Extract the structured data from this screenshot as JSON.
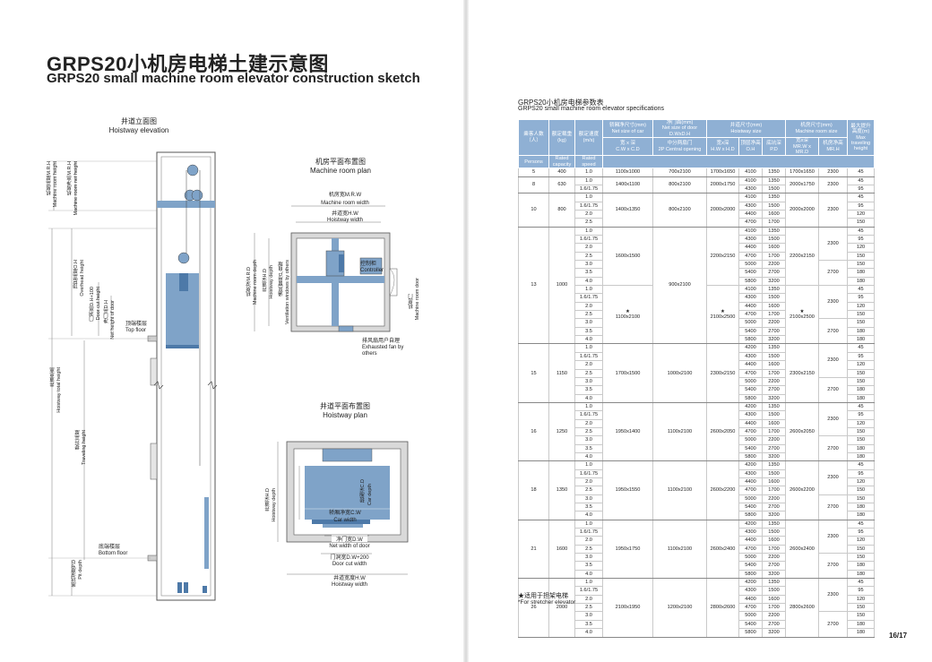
{
  "title": {
    "zh": "GRPS20小机房电梯土建示意图",
    "en": "GRPS20 small machine room elevator construction sketch"
  },
  "elevation": {
    "title_zh": "井道立面图",
    "title_en": "Hoistway elevation",
    "labels": {
      "mr_height_zh": "机房高度M.R.H",
      "mr_height_en": "Machine room height",
      "mr_net_height_zh": "机房净高M.R.H",
      "mr_net_height_en": "Machine room net height",
      "overhead_zh": "顶层高度O.H",
      "overhead_en": "Overhead height",
      "door_cut_zh": "门洞高D.H+100",
      "door_cut_en": "Door cut height",
      "net_door_zh": "净门高D.H",
      "net_door_en": "Net height of door",
      "top_floor_zh": "顶端楼层",
      "top_floor_en": "Top floor",
      "hoistway_total_zh": "井道总高",
      "hoistway_total_en": "Hoistway total height",
      "traveling_zh": "提升高度",
      "traveling_en": "Traveling height",
      "bottom_floor_zh": "底端楼层",
      "bottom_floor_en": "Bottom floor",
      "pit_depth_zh": "底坑深度P.D",
      "pit_depth_en": "Pit depth"
    }
  },
  "machine_room": {
    "title_zh": "机房平面布置图",
    "title_en": "Machine room plan",
    "mr_width_zh": "机房宽M.R.W",
    "mr_width_en": "Machine room width",
    "hw_width_zh": "井道宽H.W",
    "hw_width_en": "Hoistway width",
    "mr_depth_zh": "机房深M.R.D",
    "mr_depth_en": "Machine room depth",
    "hw_depth_zh": "井道深H.D",
    "hw_depth_en": "Hoistway depth",
    "vent_zh": "通风窗用户自理",
    "vent_en": "Ventilation windows by others",
    "controller_zh": "控制柜",
    "controller_en": "Controller",
    "door_zh": "机房门",
    "door_en": "Machine room door",
    "fan_zh": "排风扇用户自理",
    "fan_en": "Exhausted fan by others"
  },
  "hoistway_plan": {
    "title_zh": "井道平面布置图",
    "title_en": "Hoistway plan",
    "hd_zh": "井道深H.D",
    "hd_en": "Hoistway depth",
    "cd_zh": "轿厢深C.D",
    "cd_en": "Car depth",
    "cw_zh": "轿厢净宽C.W",
    "cw_en": "Car width",
    "dw_zh": "净门宽D.W",
    "dw_en": "Net width of door",
    "dcw_zh": "门洞宽D.W+200",
    "dcw_en": "Door cut width",
    "hw_zh": "井道宽度H.W",
    "hw_en": "Hoistway width"
  },
  "table": {
    "title_zh": "GRPS20小机房电梯参数表",
    "title_en": "GRPS20 small machine room elevator specifications",
    "headers": {
      "persons_zh": "乘客人数（人）",
      "persons_en": "Persons",
      "capacity_zh": "额定载重(kg)",
      "capacity_en": "Rated capacity",
      "speed_zh": "额定速度(m/s)",
      "speed_en": "Rated speed",
      "car_zh": "轿厢净尺寸(mm)",
      "car_en": "Net size of car",
      "car_sub_zh": "宽 x 深",
      "car_sub_en": "C.W x C.D",
      "door_zh": "净门面(mm)",
      "door_en": "Net size of door D.WxD.H",
      "door_sub_zh": "中分两扇门",
      "door_sub_en": "2P Central opening",
      "hoist_zh": "井道尺寸(mm)",
      "hoist_en": "Hoistway size",
      "hoist_wd_zh": "宽x深",
      "hoist_wd_en": "H.W x H.D",
      "hoist_oh_zh": "顶层净高",
      "hoist_oh_en": "O.H",
      "hoist_pd_zh": "底坑深",
      "hoist_pd_en": "P.D",
      "mr_zh": "机房尺寸(mm)",
      "mr_en": "Machine room size",
      "mr_wd_zh": "宽x深",
      "mr_wd_en": "MR.W x MR.D",
      "mr_h_zh": "机房净高",
      "mr_h_en": "MR.H",
      "travel_zh": "最大提升高度(m)",
      "travel_en": "Max traveling height"
    },
    "groups": [
      {
        "persons": "5",
        "capacity": "400",
        "car": "1100x1000",
        "door": "700x2100",
        "hwhd": "1700x1650",
        "mr": "1700x1650",
        "rows": [
          {
            "speed": "1.0",
            "oh": "4100",
            "pd": "1350",
            "mrh": "2300",
            "travel": "45"
          }
        ]
      },
      {
        "persons": "8",
        "capacity": "630",
        "car": "1400x1100",
        "door": "800x2100",
        "hwhd": "2000x1750",
        "mr": "2000x1750",
        "rows": [
          {
            "speed": "1.0",
            "oh": "4100",
            "pd": "1350",
            "mrh": "2300",
            "travel": "45"
          },
          {
            "speed": "1.6/1.75",
            "oh": "4300",
            "pd": "1500",
            "mrh": "",
            "travel": "95"
          }
        ]
      },
      {
        "persons": "10",
        "capacity": "800",
        "car": "1400x1350",
        "door": "800x2100",
        "hwhd": "2000x2000",
        "mr": "2000x2000",
        "rows": [
          {
            "speed": "1.0",
            "oh": "4100",
            "pd": "1350",
            "mrh": "2300",
            "travel": "45"
          },
          {
            "speed": "1.6/1.75",
            "oh": "4300",
            "pd": "1500",
            "mrh": "",
            "travel": "95"
          },
          {
            "speed": "2.0",
            "oh": "4400",
            "pd": "1600",
            "mrh": "",
            "travel": "120"
          },
          {
            "speed": "2.5",
            "oh": "4700",
            "pd": "1700",
            "mrh": "",
            "travel": "150"
          }
        ]
      },
      {
        "persons": "13",
        "capacity": "1000",
        "car": "1600x1500",
        "car2": "1100x2100",
        "door": "900x2100",
        "hwhd": "2200x2150",
        "hwhd2": "2100x2500",
        "mr": "2200x2150",
        "mr2": "2100x2500",
        "rows": [
          {
            "speed": "1.0",
            "oh": "4100",
            "pd": "1350",
            "mrh": "2300",
            "travel": "45"
          },
          {
            "speed": "1.6/1.75",
            "oh": "4300",
            "pd": "1500",
            "mrh": "",
            "travel": "95"
          },
          {
            "speed": "2.0",
            "oh": "4400",
            "pd": "1600",
            "mrh": "",
            "travel": "120"
          },
          {
            "speed": "2.5",
            "oh": "4700",
            "pd": "1700",
            "mrh": "",
            "travel": "150"
          },
          {
            "speed": "3.0",
            "oh": "5000",
            "pd": "2200",
            "mrh": "2700",
            "travel": "150"
          },
          {
            "speed": "3.5",
            "oh": "5400",
            "pd": "2700",
            "mrh": "",
            "travel": "180"
          },
          {
            "speed": "4.0",
            "oh": "5800",
            "pd": "3200",
            "mrh": "",
            "travel": "180"
          },
          {
            "speed": "1.0",
            "oh": "4100",
            "pd": "1350",
            "mrh": "2300",
            "travel": "45"
          },
          {
            "speed": "1.6/1.75",
            "oh": "4300",
            "pd": "1500",
            "mrh": "",
            "travel": "95"
          },
          {
            "speed": "2.0",
            "oh": "4400",
            "pd": "1600",
            "mrh": "",
            "travel": "120"
          },
          {
            "speed": "2.5",
            "oh": "4700",
            "pd": "1700",
            "mrh": "",
            "travel": "150"
          },
          {
            "speed": "3.0",
            "oh": "5000",
            "pd": "2200",
            "mrh": "2700",
            "travel": "150"
          },
          {
            "speed": "3.5",
            "oh": "5400",
            "pd": "2700",
            "mrh": "",
            "travel": "180"
          },
          {
            "speed": "4.0",
            "oh": "5800",
            "pd": "3200",
            "mrh": "",
            "travel": "180"
          }
        ]
      },
      {
        "persons": "15",
        "capacity": "1150",
        "car": "1700x1500",
        "door": "1000x2100",
        "hwhd": "2300x2150",
        "mr": "2300x2150",
        "rows": [
          {
            "speed": "1.0",
            "oh": "4200",
            "pd": "1350",
            "mrh": "2300",
            "travel": "45"
          },
          {
            "speed": "1.6/1.75",
            "oh": "4300",
            "pd": "1500",
            "mrh": "",
            "travel": "95"
          },
          {
            "speed": "2.0",
            "oh": "4400",
            "pd": "1600",
            "mrh": "",
            "travel": "120"
          },
          {
            "speed": "2.5",
            "oh": "4700",
            "pd": "1700",
            "mrh": "",
            "travel": "150"
          },
          {
            "speed": "3.0",
            "oh": "5000",
            "pd": "2200",
            "mrh": "2700",
            "travel": "150"
          },
          {
            "speed": "3.5",
            "oh": "5400",
            "pd": "2700",
            "mrh": "",
            "travel": "180"
          },
          {
            "speed": "4.0",
            "oh": "5800",
            "pd": "3200",
            "mrh": "",
            "travel": "180"
          }
        ]
      },
      {
        "persons": "16",
        "capacity": "1250",
        "car": "1950x1400",
        "door": "1100x2100",
        "hwhd": "2600x2050",
        "mr": "2600x2050",
        "rows": [
          {
            "speed": "1.0",
            "oh": "4200",
            "pd": "1350",
            "mrh": "2300",
            "travel": "45"
          },
          {
            "speed": "1.6/1.75",
            "oh": "4300",
            "pd": "1500",
            "mrh": "",
            "travel": "95"
          },
          {
            "speed": "2.0",
            "oh": "4400",
            "pd": "1600",
            "mrh": "",
            "travel": "120"
          },
          {
            "speed": "2.5",
            "oh": "4700",
            "pd": "1700",
            "mrh": "",
            "travel": "150"
          },
          {
            "speed": "3.0",
            "oh": "5000",
            "pd": "2200",
            "mrh": "2700",
            "travel": "150"
          },
          {
            "speed": "3.5",
            "oh": "5400",
            "pd": "2700",
            "mrh": "",
            "travel": "180"
          },
          {
            "speed": "4.0",
            "oh": "5800",
            "pd": "3200",
            "mrh": "",
            "travel": "180"
          }
        ]
      },
      {
        "persons": "18",
        "capacity": "1350",
        "car": "1950x1550",
        "door": "1100x2100",
        "hwhd": "2600x2200",
        "mr": "2600x2200",
        "rows": [
          {
            "speed": "1.0",
            "oh": "4200",
            "pd": "1350",
            "mrh": "2300",
            "travel": "45"
          },
          {
            "speed": "1.6/1.75",
            "oh": "4300",
            "pd": "1500",
            "mrh": "",
            "travel": "95"
          },
          {
            "speed": "2.0",
            "oh": "4400",
            "pd": "1600",
            "mrh": "",
            "travel": "120"
          },
          {
            "speed": "2.5",
            "oh": "4700",
            "pd": "1700",
            "mrh": "",
            "travel": "150"
          },
          {
            "speed": "3.0",
            "oh": "5000",
            "pd": "2200",
            "mrh": "2700",
            "travel": "150"
          },
          {
            "speed": "3.5",
            "oh": "5400",
            "pd": "2700",
            "mrh": "",
            "travel": "180"
          },
          {
            "speed": "4.0",
            "oh": "5800",
            "pd": "3200",
            "mrh": "",
            "travel": "180"
          }
        ]
      },
      {
        "persons": "21",
        "capacity": "1600",
        "car": "1950x1750",
        "door": "1100x2100",
        "hwhd": "2600x2400",
        "mr": "2600x2400",
        "rows": [
          {
            "speed": "1.0",
            "oh": "4200",
            "pd": "1350",
            "mrh": "2300",
            "travel": "45"
          },
          {
            "speed": "1.6/1.75",
            "oh": "4300",
            "pd": "1500",
            "mrh": "",
            "travel": "95"
          },
          {
            "speed": "2.0",
            "oh": "4400",
            "pd": "1600",
            "mrh": "",
            "travel": "120"
          },
          {
            "speed": "2.5",
            "oh": "4700",
            "pd": "1700",
            "mrh": "",
            "travel": "150"
          },
          {
            "speed": "3.0",
            "oh": "5000",
            "pd": "2200",
            "mrh": "2700",
            "travel": "150"
          },
          {
            "speed": "3.5",
            "oh": "5400",
            "pd": "2700",
            "mrh": "",
            "travel": "180"
          },
          {
            "speed": "4.0",
            "oh": "5800",
            "pd": "3200",
            "mrh": "",
            "travel": "180"
          }
        ]
      },
      {
        "persons": "26",
        "capacity": "2000",
        "car": "2100x1950",
        "door": "1200x2100",
        "hwhd": "2800x2600",
        "mr": "2800x2600",
        "rows": [
          {
            "speed": "1.0",
            "oh": "4200",
            "pd": "1350",
            "mrh": "2300",
            "travel": "45"
          },
          {
            "speed": "1.6/1.75",
            "oh": "4300",
            "pd": "1500",
            "mrh": "",
            "travel": "95"
          },
          {
            "speed": "2.0",
            "oh": "4400",
            "pd": "1600",
            "mrh": "",
            "travel": "120"
          },
          {
            "speed": "2.5",
            "oh": "4700",
            "pd": "1700",
            "mrh": "",
            "travel": "150"
          },
          {
            "speed": "3.0",
            "oh": "5000",
            "pd": "2200",
            "mrh": "2700",
            "travel": "150"
          },
          {
            "speed": "3.5",
            "oh": "5400",
            "pd": "2700",
            "mrh": "",
            "travel": "180"
          },
          {
            "speed": "4.0",
            "oh": "5800",
            "pd": "3200",
            "mrh": "",
            "travel": "180"
          }
        ]
      }
    ],
    "star": "★"
  },
  "note": {
    "zh": "★适用于担架电梯",
    "en": "*For stretcher elevator"
  },
  "page_number": "16/17",
  "colors": {
    "accent": "#8fb0d4",
    "diagram_blue": "#7fa3c8"
  }
}
